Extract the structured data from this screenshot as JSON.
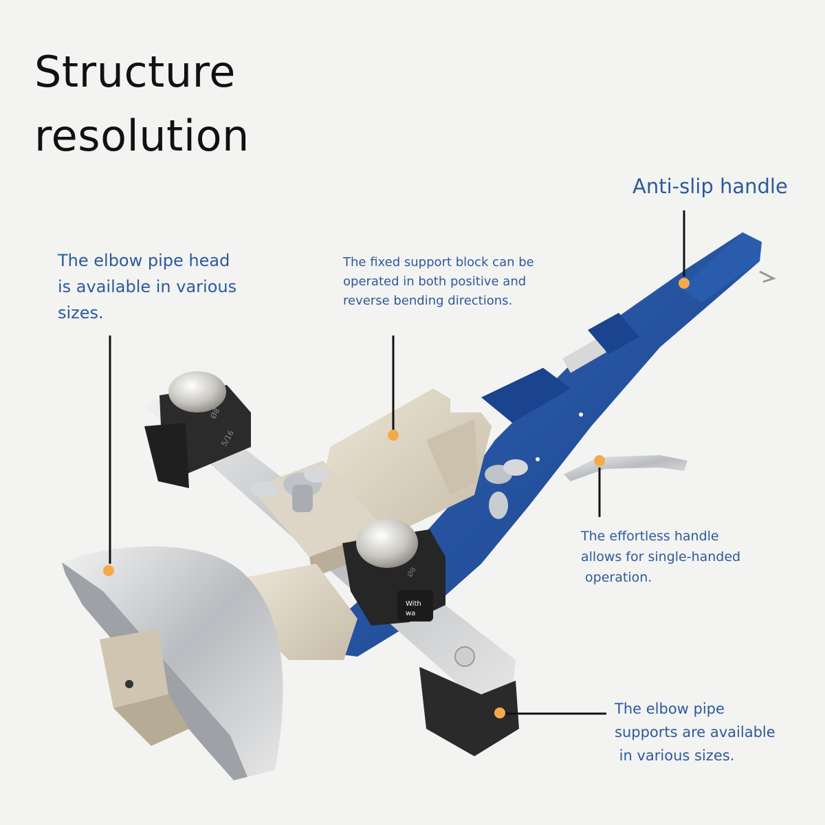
{
  "title": {
    "line1": "Structure",
    "line2": "resolution"
  },
  "callouts": {
    "anti_slip_handle": "Anti-slip handle",
    "elbow_head": [
      "The elbow pipe head",
      "is available in various",
      "sizes."
    ],
    "fixed_block": [
      "The fixed support block can be",
      "operated in both positive and",
      "reverse bending directions."
    ],
    "effortless_handle": [
      "The effortless handle",
      "allows for single-handed",
      " operation."
    ],
    "pipe_supports": [
      "The elbow pipe",
      "supports are available",
      " in various sizes."
    ]
  },
  "die_marks": {
    "upper": "Ø8",
    "upper2": "5/16",
    "front": "Ø8"
  },
  "badge": [
    "With",
    "wa"
  ],
  "colors": {
    "caption": "#2c5a9c",
    "marker": "#f5a94a",
    "handle": "#1e4c9a",
    "background": "#f3f3f2"
  }
}
